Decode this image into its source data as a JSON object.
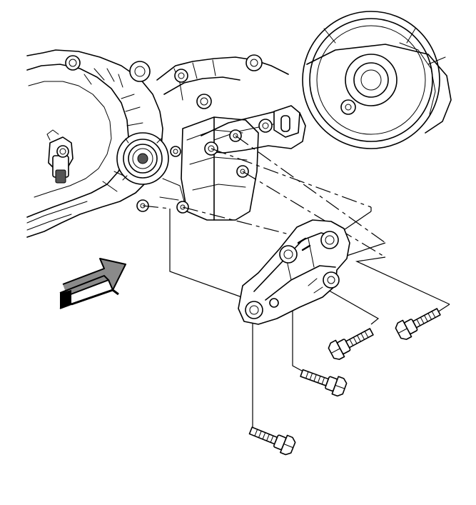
{
  "diagram": {
    "kind": "exploded-view line illustration",
    "colors": {
      "ink": "#000000",
      "paper": "#ffffff",
      "arrow-gray": "#8a8a8a"
    },
    "callouts": [],
    "parts": [
      "engine-block",
      "bracket",
      "bolt",
      "bolt",
      "bolt",
      "bolt",
      "direction-arrow"
    ]
  }
}
